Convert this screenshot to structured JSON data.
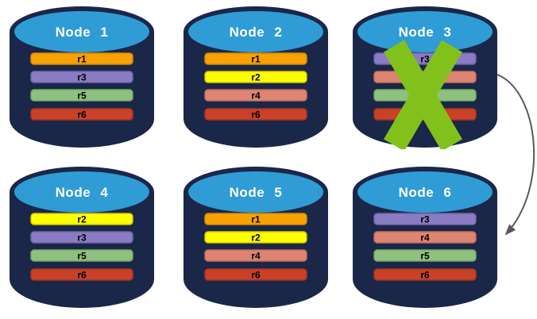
{
  "diagram": {
    "description": "Six database node cylinders with replicated records; Node 3 is crossed out and an arrow points from Node 3 to Node 6",
    "canvas_background": "#FFFFFF",
    "cylinder": {
      "body_color": "#1A2748",
      "top_color": "#2F9CD6",
      "title_color": "#FFFFFF"
    },
    "palette": {
      "orange": {
        "fill": "#F7A201",
        "stroke": "#D98900"
      },
      "yellow": {
        "fill": "#FDFE02",
        "stroke": "#D3C400"
      },
      "purple": {
        "fill": "#8A7CC2",
        "stroke": "#7164AE"
      },
      "salmon": {
        "fill": "#DD8473",
        "stroke": "#C46C5C"
      },
      "green": {
        "fill": "#8FC07F",
        "stroke": "#75A965"
      },
      "red": {
        "fill": "#C84128",
        "stroke": "#A93521"
      }
    },
    "x_mark_color": "#82C11C",
    "arrow_color": "#595959",
    "nodes": [
      {
        "id": "node-1",
        "title": "Node 1",
        "failed": false,
        "rows": [
          {
            "label": "r1",
            "color": "orange"
          },
          {
            "label": "r3",
            "color": "purple"
          },
          {
            "label": "r5",
            "color": "green"
          },
          {
            "label": "r6",
            "color": "red"
          }
        ]
      },
      {
        "id": "node-2",
        "title": "Node 2",
        "failed": false,
        "rows": [
          {
            "label": "r1",
            "color": "orange"
          },
          {
            "label": "r2",
            "color": "yellow"
          },
          {
            "label": "r4",
            "color": "salmon"
          },
          {
            "label": "r6",
            "color": "red"
          }
        ]
      },
      {
        "id": "node-3",
        "title": "Node 3",
        "failed": true,
        "rows": [
          {
            "label": "r3",
            "color": "purple"
          },
          {
            "label": "r4",
            "color": "salmon"
          },
          {
            "label": "r5",
            "color": "green"
          },
          {
            "label": "r6",
            "color": "red"
          }
        ]
      },
      {
        "id": "node-4",
        "title": "Node 4",
        "failed": false,
        "rows": [
          {
            "label": "r2",
            "color": "yellow"
          },
          {
            "label": "r3",
            "color": "purple"
          },
          {
            "label": "r5",
            "color": "green"
          },
          {
            "label": "r6",
            "color": "red"
          }
        ]
      },
      {
        "id": "node-5",
        "title": "Node 5",
        "failed": false,
        "rows": [
          {
            "label": "r1",
            "color": "orange"
          },
          {
            "label": "r2",
            "color": "yellow"
          },
          {
            "label": "r4",
            "color": "salmon"
          },
          {
            "label": "r6",
            "color": "red"
          }
        ]
      },
      {
        "id": "node-6",
        "title": "Node 6",
        "failed": false,
        "rows": [
          {
            "label": "r3",
            "color": "purple"
          },
          {
            "label": "r4",
            "color": "salmon"
          },
          {
            "label": "r5",
            "color": "green"
          },
          {
            "label": "r6",
            "color": "red"
          }
        ]
      }
    ],
    "arrow": {
      "from": "node-3",
      "to": "node-6"
    }
  }
}
